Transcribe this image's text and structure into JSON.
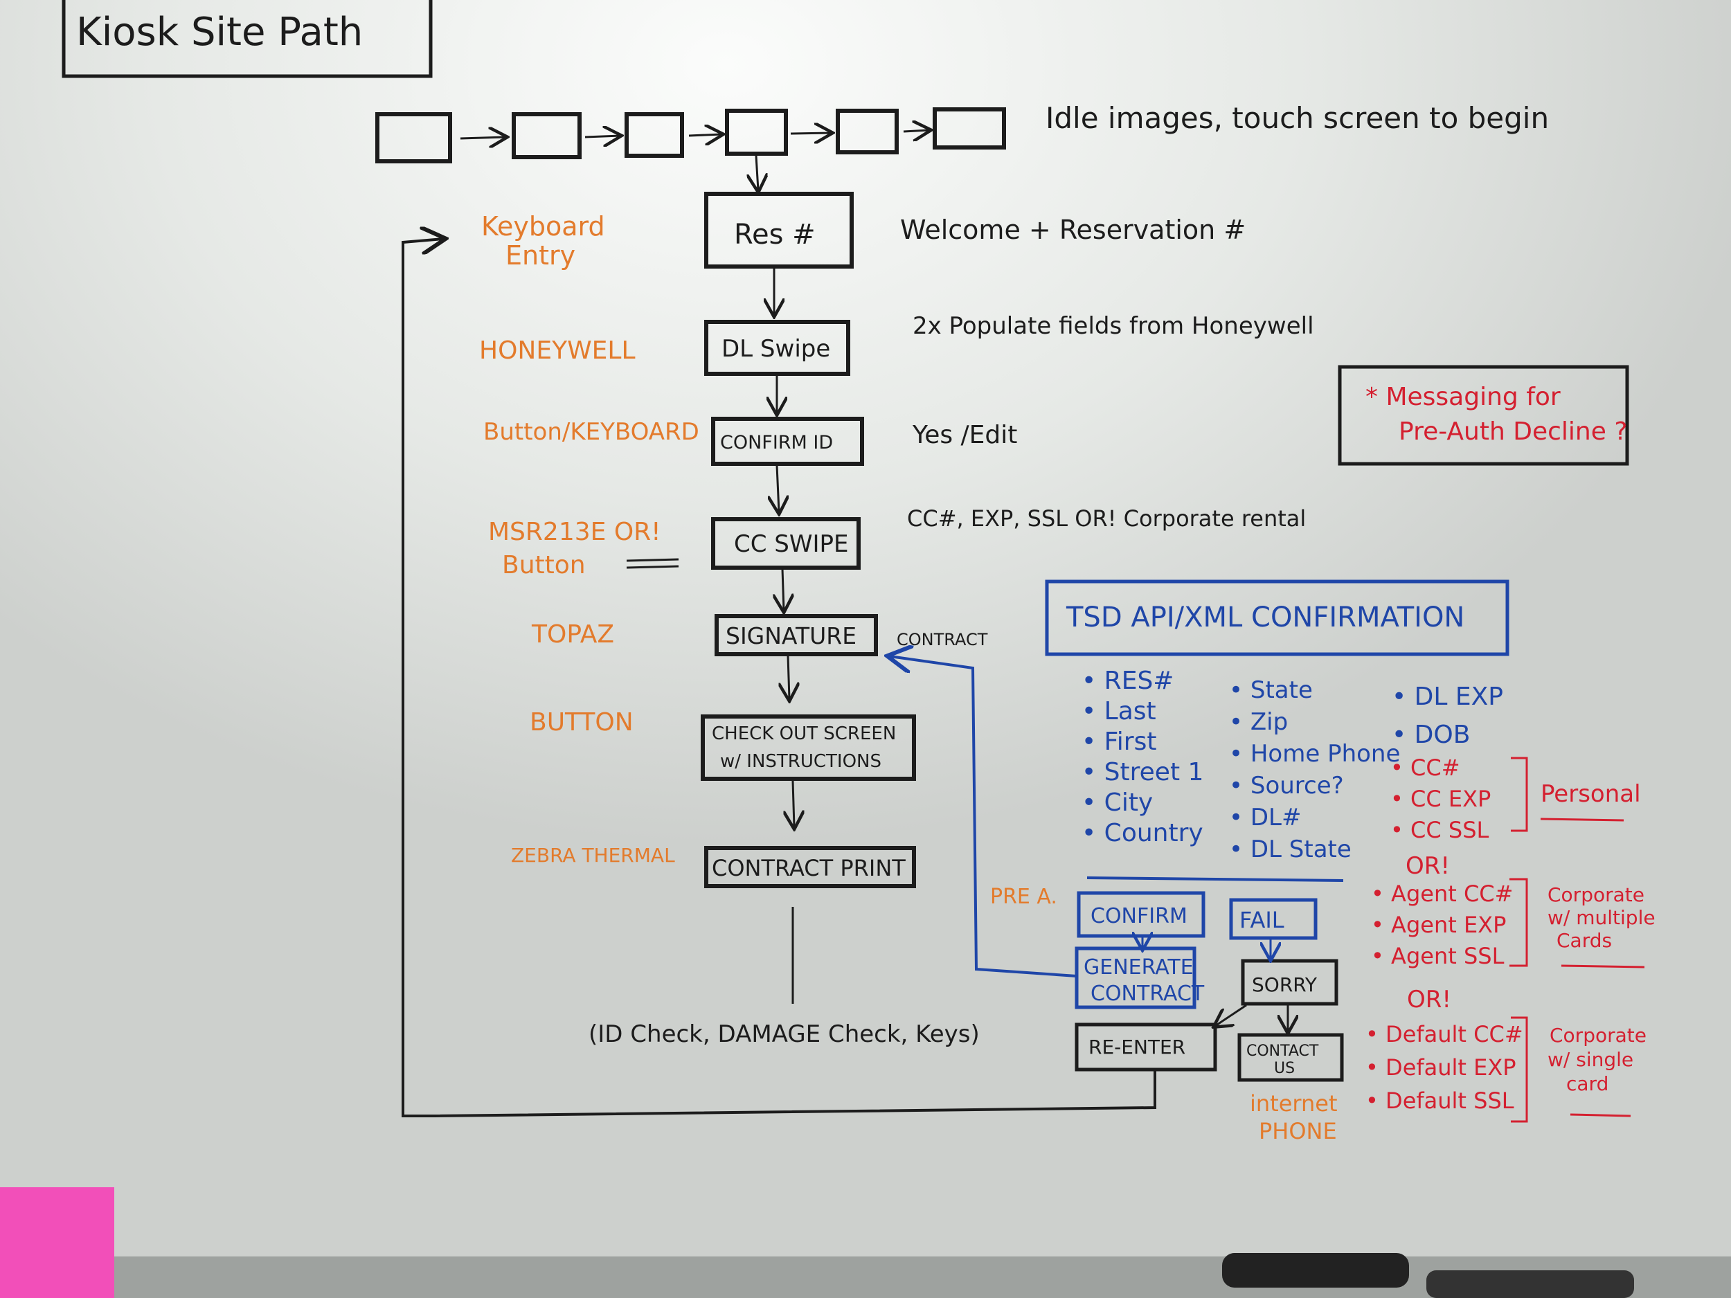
{
  "title": "Kiosk Site Path",
  "idle": {
    "label": "Idle images, touch screen to begin"
  },
  "colors": {
    "black": "#1c1c1c",
    "orange": "#e37b2c",
    "blue": "#1f46a8",
    "red": "#d42030",
    "board": "#e8ebe8",
    "sticky": "#f24fb9"
  },
  "steps": [
    {
      "box": "Res #",
      "input": "Keyboard Entry",
      "note": "Welcome + Reservation #"
    },
    {
      "box": "DL Swipe",
      "input": "HONEYWELL",
      "note": "2x Populate fields from Honeywell"
    },
    {
      "box": "CONFIRM ID",
      "input": "Button/KEYBOARD",
      "note": "Yes /Edit"
    },
    {
      "box": "CC SWIPE",
      "input": "MSR213E OR! Button",
      "note": "CC#, EXP, SSL OR! Corporate rental"
    },
    {
      "box": "SIGNATURE",
      "input": "TOPAZ",
      "note": "CONTRACT"
    },
    {
      "box": "CHECK OUT SCREEN w/ INSTRUCTIONS",
      "input": "BUTTON",
      "note": ""
    },
    {
      "box": "CONTRACT PRINT",
      "input": "ZEBRA THERMAL",
      "note": ""
    }
  ],
  "final_note": "(ID Check, DAMAGE Check, Keys)",
  "messaging_note": "* Messaging for Pre-Auth Decline ?",
  "tsd": {
    "title": "TSD API/XML CONFIRMATION",
    "col1": [
      "RES#",
      "Last",
      "First",
      "Street 1",
      "City",
      "Country"
    ],
    "col2": [
      "State",
      "Zip",
      "Home Phone",
      "Source?",
      "DL#",
      "DL State"
    ],
    "col3": [
      "DL EXP",
      "DOB"
    ],
    "personal": [
      "CC#",
      "CC EXP",
      "CC SSL"
    ],
    "personal_label": "Personal",
    "or1": "OR!",
    "agent": [
      "Agent CC#",
      "Agent EXP",
      "Agent SSL"
    ],
    "agent_label": "Corporate w/ multiple Cards",
    "or2": "OR!",
    "default": [
      "Default CC#",
      "Default EXP",
      "Default SSL"
    ],
    "default_label": "Corporate w/ single card"
  },
  "outcomes": {
    "pre_a": "PRE A.",
    "confirm": "CONFIRM",
    "fail": "FAIL",
    "generate": "GENERATE CONTRACT",
    "sorry": "SORRY",
    "reenter": "RE-ENTER",
    "contact": "CONTACT US",
    "contact_channels": "internet PHONE"
  }
}
